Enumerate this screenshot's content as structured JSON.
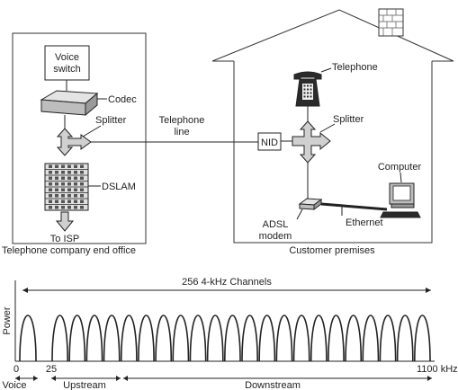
{
  "office": {
    "voice_switch_line1": "Voice",
    "voice_switch_line2": "switch",
    "codec_label": "Codec",
    "splitter_label": "Splitter",
    "dslam_label": "DSLAM",
    "to_isp_label": "To ISP",
    "caption": "Telephone company end office"
  },
  "line": {
    "label_line1": "Telephone",
    "label_line2": "line"
  },
  "premises": {
    "telephone_label": "Telephone",
    "splitter_label": "Splitter",
    "nid_label": "NID",
    "computer_label": "Computer",
    "ethernet_label": "Ethernet",
    "modem_line1": "ADSL",
    "modem_line2": "modem",
    "caption": "Customer premises"
  },
  "spectrum": {
    "channels_label": "256 4-kHz Channels",
    "y_label": "Power",
    "tick_start": "0",
    "tick_25": "25",
    "tick_end": "1100 kHz",
    "band_voice": "Voice",
    "band_upstream": "Upstream",
    "band_downstream": "Downstream",
    "voice_humps": 1,
    "data_humps": 22
  },
  "colors": {
    "line": "#222222",
    "device_fill": "#bdbdbd",
    "arrow_fill": "#d0d0d0",
    "phone_body": "#2a2a2a"
  }
}
